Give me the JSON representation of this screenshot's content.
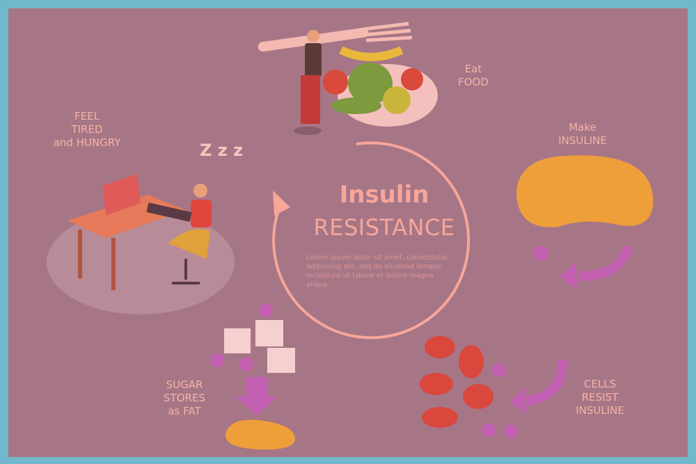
{
  "title": {
    "line1": "Insulin",
    "line2": "RESISTANCE"
  },
  "body_text": "Lorem ipsum dolor sit amet, consectetur adipiscing elit, sed do eiusmod tempor incididunt ut labore et dolore magna aliqua.",
  "steps": [
    {
      "line1": "Eat",
      "line2": "FOOD"
    },
    {
      "line1": "Make",
      "line2": "INSULINE"
    },
    {
      "line1": "CELLS",
      "line2": "RESIST",
      "line3": "INSULINE"
    },
    {
      "line1": "SUGAR",
      "line2": "STORES",
      "line3": "as FAT"
    },
    {
      "line1": "FEEL",
      "line2": "TIRED",
      "line3": "and HUNGRY"
    }
  ],
  "sleep_glyph": "Z z z",
  "colors": {
    "border": "#72b8cc",
    "background": "#a67686",
    "accent": "#f7a69a",
    "arrow": "#c25fb0"
  }
}
